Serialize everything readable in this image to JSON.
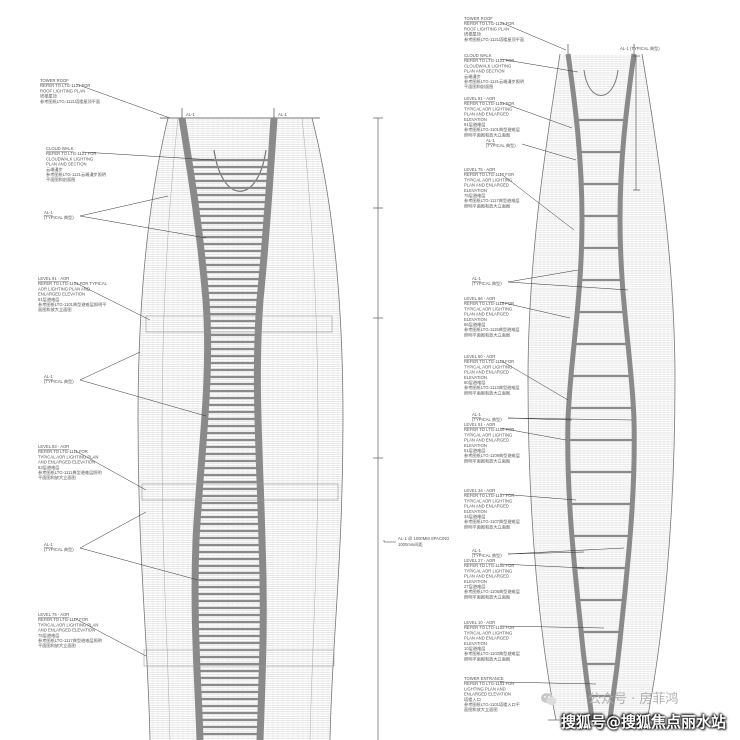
{
  "left_tower": {
    "top_markers": [
      "AL-1",
      "AL-1"
    ],
    "notes": [
      {
        "title": "TOWER ROOF",
        "lines": [
          "REFER TO LTG-1121 FOR",
          "ROOF LIGHTING PLAN",
          "塔楼屋顶",
          "参考图纸LTG-1121塔楼屋顶平面"
        ]
      },
      {
        "title": "CLOUD WALK",
        "lines": [
          "REFER TO LTG-1121 FOR",
          "CLOUDWALK LIGHTING",
          "PLAN AND SECTION",
          "云端漫步",
          "参考图纸LTG-1121云端漫步照明",
          "平面图和剖面图"
        ]
      },
      {
        "title": "AL-1",
        "lines": [
          "(TYPICAL 典型)"
        ]
      },
      {
        "title": "LEVEL 91 - AOR",
        "lines": [
          "REFER TO LTG-1101 FOR TYPICAL",
          "AOR LIGHTING PLAN AND",
          "ENLARGED ELEVATION",
          "91层避难层",
          "参考图纸LTG-1101典型避难层照明平",
          "面图和放大立面图"
        ]
      },
      {
        "title": "AL-1",
        "lines": [
          "(TYPICAL 典型)"
        ]
      },
      {
        "title": "LEVEL 83 - AOR",
        "lines": [
          "REFER TO LTG-1111 FOR",
          "TYPICAL AOR LIGHTING PLAN",
          "AND ENLARGED ELEVATION",
          "83层避难层",
          "参考图纸LTG-1111典型避难层照明",
          "平面图和放大立面图"
        ]
      },
      {
        "title": "AL-1",
        "lines": [
          "(TYPICAL 典型)"
        ]
      },
      {
        "title": "LEVEL 75 - AOR",
        "lines": [
          "REFER TO LTG-1117 FOR",
          "TYPICAL AOR LIGHTING PLAN",
          "AND ENLARGED ELEVATION",
          "75层避难层",
          "参考图纸LTG-1117典型避难层照明",
          "平面图和放大立面图"
        ]
      }
    ],
    "spacing_note": [
      "AL-1 @ 1000MM SPACING",
      "1000mm间距"
    ]
  },
  "right_tower": {
    "top_marker": "AL-1 (TYPICAL 典型)",
    "notes": [
      {
        "title": "TOWER ROOF",
        "lines": [
          "REFER TO LTG-1121 FOR",
          "ROOF LIGHTING PLAN",
          "塔楼屋顶",
          "参考图纸LTG-1121塔楼屋顶平面"
        ]
      },
      {
        "title": "CLOUD WALK",
        "lines": [
          "REFER TO LTG-1121 FOR",
          "CLOUDWALK LIGHTING",
          "PLAN AND SECTION",
          "云端漫步",
          "参考图纸LTG-1121云端漫步照明",
          "平面图和剖面图"
        ]
      },
      {
        "title": "LEVEL 91 - AOR",
        "lines": [
          "REFER TO LTG-1101 FOR",
          "TYPICAL AOR LIGHTING",
          "PLAN AND ENLARGED",
          "ELEVATION",
          "91层避难层",
          "参考图纸LTG-1101典型避难层",
          "照明平面图和放大立面图"
        ]
      },
      {
        "title": "AL-1",
        "lines": [
          "(TYPICAL 典型)"
        ]
      },
      {
        "title": "LEVEL 75 - AOR",
        "lines": [
          "REFER TO LTG-1117 FOR",
          "TYPICAL AOR LIGHTING",
          "PLAN AND ENLARGED",
          "ELEVATION",
          "75层避难层",
          "参考图纸LTG-1117典型避难层",
          "照明平面图和放大立面图"
        ]
      },
      {
        "title": "AL-1",
        "lines": [
          "(TYPICAL 典型)"
        ]
      },
      {
        "title": "LEVEL 66 - AOR",
        "lines": [
          "REFER TO LTG-1115 FOR",
          "TYPICAL AOR LIGHTING",
          "PLAN AND ENLARGED",
          "ELEVATION",
          "66层避难层",
          "参考图纸LTG-1115典型避难层",
          "照明平面图和放大立面图"
        ]
      },
      {
        "title": "LEVEL 60 - AOR",
        "lines": [
          "REFER TO LTG-1113 FOR",
          "TYPICAL AOR LIGHTING",
          "PLAN AND ENLARGED",
          "ELEVATION",
          "60层避难层",
          "参考图纸LTG-1113典型避难层",
          "照明平面图和放大立面图"
        ]
      },
      {
        "title": "AL-1",
        "lines": [
          "(TYPICAL 典型)"
        ]
      },
      {
        "title": "LEVEL 51 - AOR",
        "lines": [
          "REFER TO LTG-1109 FOR",
          "TYPICAL AOR LIGHTING",
          "PLAN AND ENLARGED",
          "ELEVATION",
          "51层避难层",
          "参考图纸LTG-1109典型避难层",
          "照明平面图和放大立面图"
        ]
      },
      {
        "title": "LEVEL 34 - AOR",
        "lines": [
          "REFER TO LTG-1107 FOR",
          "TYPICAL AOR LIGHTING",
          "PLAN AND ENLARGED",
          "ELEVATION",
          "34层避难层",
          "参考图纸LTG-1107典型避难层",
          "照明平面图和放大立面图"
        ]
      },
      {
        "title": "AL-1",
        "lines": [
          "(TYPICAL 典型)"
        ]
      },
      {
        "title": "LEVEL 27 - AOR",
        "lines": [
          "REFER TO LTG-1105 FOR",
          "TYPICAL AOR LIGHTING",
          "PLAN AND ENLARGED",
          "ELEVATION",
          "27层避难层",
          "参考图纸LTG-1105典型避难层",
          "照明平面图和放大立面图"
        ]
      },
      {
        "title": "LEVEL 10 - AOR",
        "lines": [
          "REFER TO LTG-1103 FOR",
          "TYPICAL AOR LIGHTING",
          "PLAN AND ENLARGED",
          "ELEVATION",
          "10层避难层",
          "参考图纸LTG-1103典型避难层",
          "照明平面图和放大立面图"
        ]
      },
      {
        "title": "TOWER ENTRANCE",
        "lines": [
          "REFER TO LTG-1101 FOR",
          "LIGHTING PLAN AND",
          "ENLARGED ELEVATION",
          "塔楼入口",
          "参考图纸LTG-1101塔楼入口平",
          "面图和放大立面图"
        ]
      }
    ]
  },
  "watermarks": {
    "account": "公众号 · 房菲鸿",
    "site": "搜狐号@搜狐焦点丽水站"
  },
  "colors": {
    "line": "#555555",
    "light_line": "#bdbdbd",
    "band": "#7a7a7a",
    "paper": "#ffffff"
  }
}
